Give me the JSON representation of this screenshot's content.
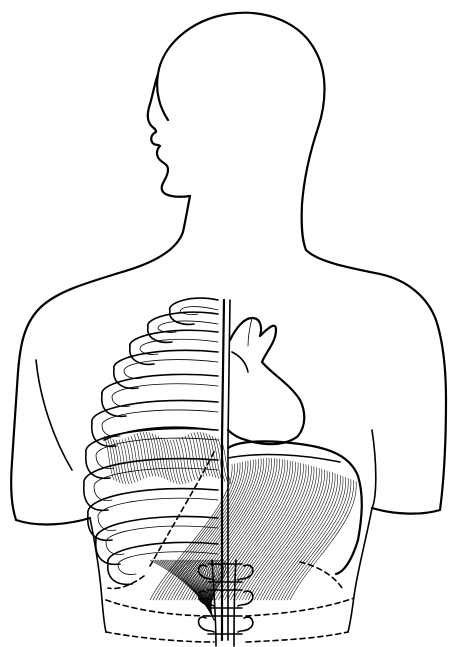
{
  "figure": {
    "subject": "torso-anatomy-illustration",
    "line_color": "#000000",
    "background_color": "#ffffff",
    "structures": [
      {
        "name": "head-and-neck-outline"
      },
      {
        "name": "torso-outline"
      },
      {
        "name": "rib-cage"
      },
      {
        "name": "sternum-midline"
      },
      {
        "name": "heart"
      },
      {
        "name": "diaphragm-muscle"
      },
      {
        "name": "left-lung-base"
      },
      {
        "name": "spine-vertebrae"
      },
      {
        "name": "lower-abdomen-dashed-boundary"
      }
    ]
  }
}
